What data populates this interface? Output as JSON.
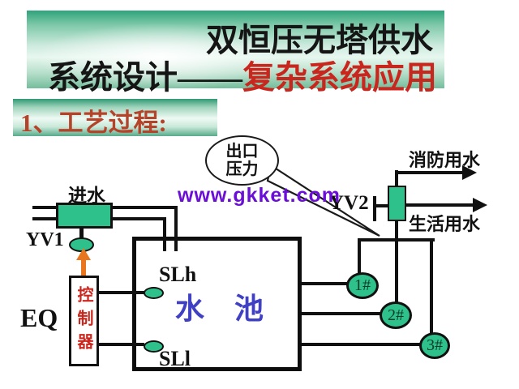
{
  "title": {
    "line1": "双恒压无塔供水",
    "line2_black": "系统设计——",
    "line2_red": "复杂系统应用"
  },
  "section_heading": "1、工艺过程:",
  "watermark": "www.gkket.com",
  "diagram": {
    "inlet_label": "进水",
    "yv1_label": "YV1",
    "eq_label": "EQ",
    "controller_label": "控制器",
    "pool_label": "水 池",
    "level_high_label": "SLh",
    "level_low_label": "SLl",
    "callout_line1": "出口",
    "callout_line2": "压力",
    "yv2_label": "YV2",
    "fire_water_label": "消防用水",
    "domestic_water_label": "生活用水",
    "pumps": [
      {
        "label": "1#"
      },
      {
        "label": "2#"
      },
      {
        "label": "3#"
      }
    ]
  },
  "colors": {
    "device_green": "#2ec18c",
    "banner_green": "#57ab8a",
    "title_red": "#c9271e",
    "heading_red": "#b5432a",
    "pool_text_blue": "#4040c4",
    "watermark_purple": "#6b0fd6",
    "arrow_orange": "#e8761e",
    "line_black": "#111111"
  }
}
